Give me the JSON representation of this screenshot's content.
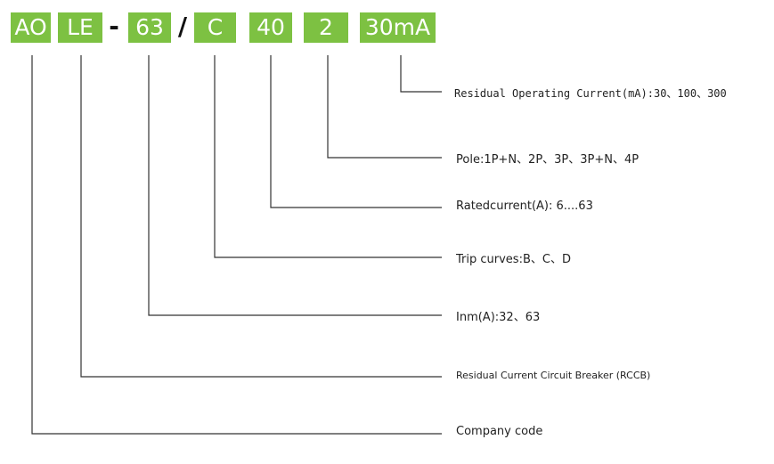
{
  "code_segments": [
    {
      "text": "AO"
    },
    {
      "text": "LE"
    },
    {
      "text": "-"
    },
    {
      "text": "63"
    },
    {
      "text": "/"
    },
    {
      "text": "C"
    },
    {
      "text": "40"
    },
    {
      "text": "2"
    },
    {
      "text": "30mA"
    }
  ],
  "descriptions": {
    "residual_operating_current": "Residual Operating Current(mA):30、100、300",
    "pole": "Pole:1P+N、2P、3P、3P+N、4P",
    "rated_current": "Ratedcurrent(A):  6....63",
    "trip_curves": "Trip curves:B、C、D",
    "inm": "Inm(A):32、63",
    "product_type": "Residual Current Circuit Breaker (RCCB)",
    "company_code": "Company code"
  },
  "colors": {
    "segment_fill": "#7dc142",
    "segment_text": "#ffffff",
    "line": "#333333",
    "text": "#222222"
  }
}
